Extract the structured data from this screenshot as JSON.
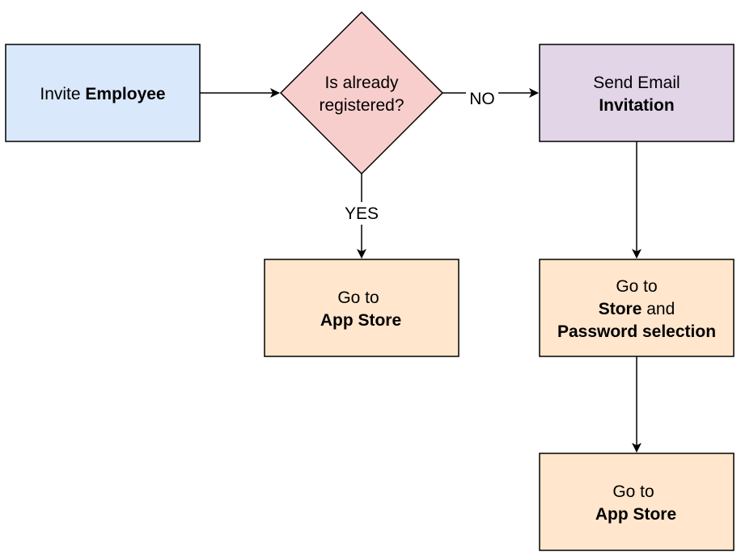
{
  "colors": {
    "start_fill": "#dae8fc",
    "decision_fill": "#f8cecc",
    "email_fill": "#e1d5e7",
    "store_fill": "#ffe6cc",
    "stroke": "#000000"
  },
  "nodes": {
    "invite": {
      "part1": "Invite ",
      "part2_bold": "Employee"
    },
    "decision": {
      "line1": "Is already",
      "line2": "registered?"
    },
    "send_email": {
      "line1": "Send Email",
      "line2_bold": "Invitation"
    },
    "app_store_left": {
      "line1": "Go to",
      "line2_bold": "App Store"
    },
    "store_password": {
      "line1": "Go to",
      "line2_bold": "Store",
      "line2_rest": " and",
      "line3_bold": "Password selection"
    },
    "app_store_bottom": {
      "line1": "Go to",
      "line2_bold": "App Store"
    }
  },
  "edges": {
    "no_label": "NO",
    "yes_label": "YES"
  }
}
